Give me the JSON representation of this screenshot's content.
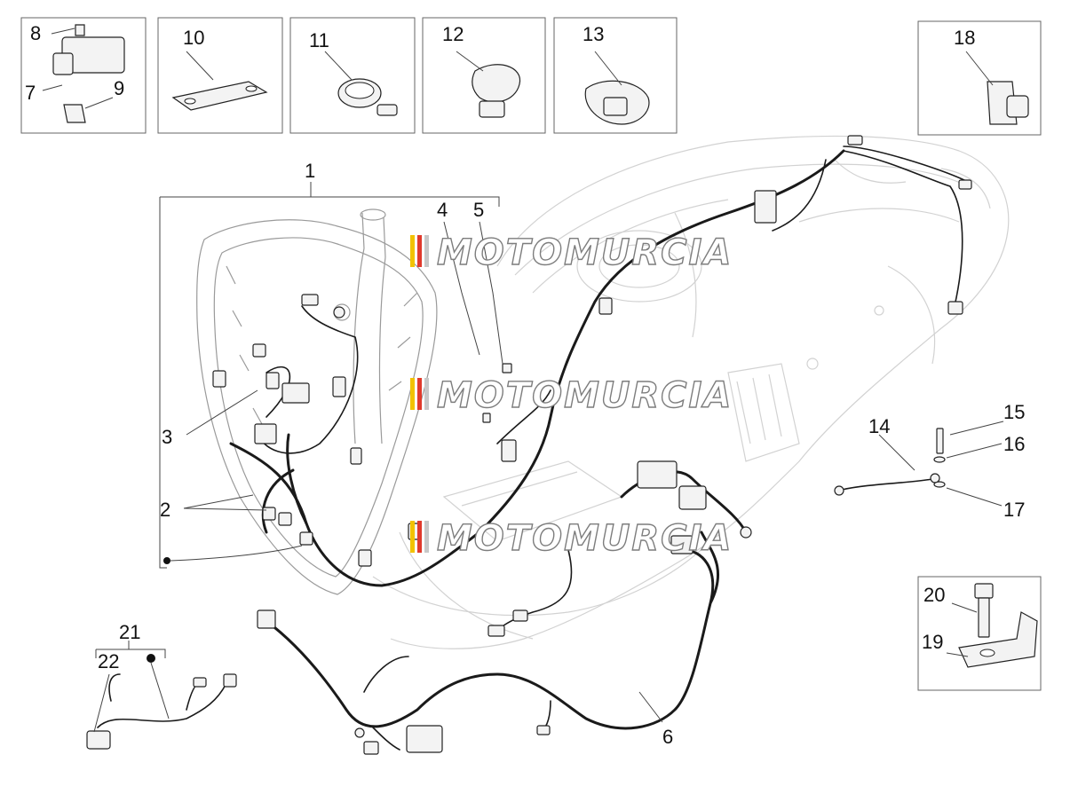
{
  "callouts": {
    "c1": "1",
    "c2": "2",
    "c3": "3",
    "c4": "4",
    "c5": "5",
    "c6": "6",
    "c7": "7",
    "c8": "8",
    "c9": "9",
    "c10": "10",
    "c11": "11",
    "c12": "12",
    "c13": "13",
    "c14": "14",
    "c15": "15",
    "c16": "16",
    "c17": "17",
    "c18": "18",
    "c19": "19",
    "c20": "20",
    "c21": "21",
    "c22": "22"
  },
  "watermark": {
    "text": "MOTOMURCIA",
    "colors": [
      "#f2c200",
      "#e03a2c",
      "#c8c8c8"
    ]
  },
  "colors": {
    "line": "#1a1a1a",
    "ghost": "#d2d2d2",
    "box_border": "#666666"
  }
}
